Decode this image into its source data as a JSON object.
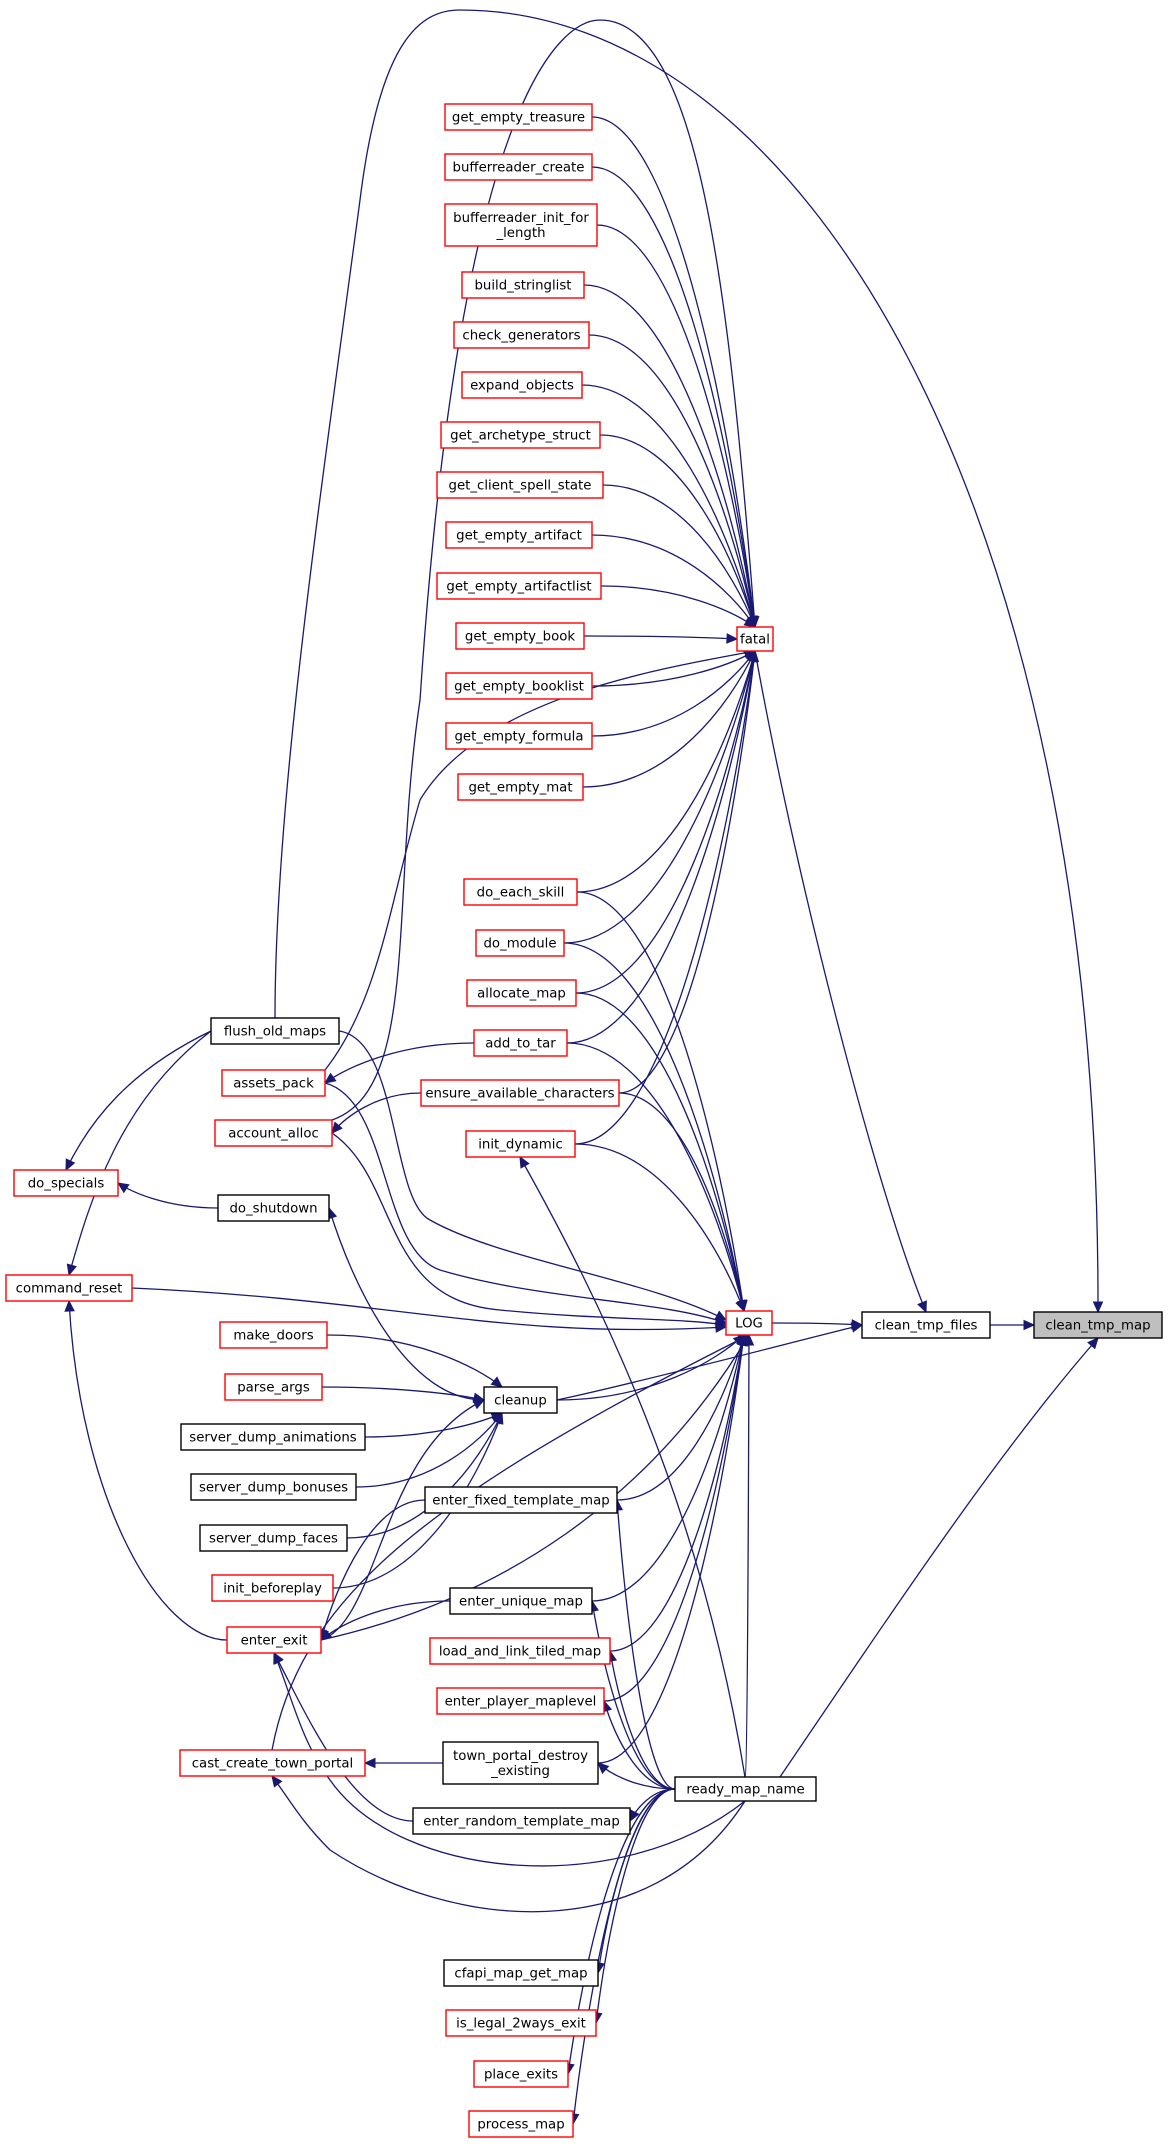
{
  "colors": {
    "edge": "#191970",
    "link_border": "#ff0000",
    "plain_border": "#000000",
    "focus_fill": "#bfbfbf",
    "background": "#ffffff"
  },
  "nodes": [
    {
      "id": "clean_tmp_map",
      "lines": [
        "clean_tmp_map"
      ],
      "style": "focus"
    },
    {
      "id": "clean_tmp_files",
      "lines": [
        "clean_tmp_files"
      ],
      "style": "black"
    },
    {
      "id": "fatal",
      "lines": [
        "fatal"
      ],
      "style": "red"
    },
    {
      "id": "LOG",
      "lines": [
        "LOG"
      ],
      "style": "red"
    },
    {
      "id": "ready_map_name",
      "lines": [
        "ready_map_name"
      ],
      "style": "black"
    },
    {
      "id": "get_empty_treasure",
      "lines": [
        "get_empty_treasure"
      ],
      "style": "red"
    },
    {
      "id": "bufferreader_create",
      "lines": [
        "bufferreader_create"
      ],
      "style": "red"
    },
    {
      "id": "bufferreader_init_for_length",
      "lines": [
        "bufferreader_init_for",
        "_length"
      ],
      "style": "red"
    },
    {
      "id": "build_stringlist",
      "lines": [
        "build_stringlist"
      ],
      "style": "red"
    },
    {
      "id": "check_generators",
      "lines": [
        "check_generators"
      ],
      "style": "red"
    },
    {
      "id": "expand_objects",
      "lines": [
        "expand_objects"
      ],
      "style": "red"
    },
    {
      "id": "get_archetype_struct",
      "lines": [
        "get_archetype_struct"
      ],
      "style": "red"
    },
    {
      "id": "get_client_spell_state",
      "lines": [
        "get_client_spell_state"
      ],
      "style": "red"
    },
    {
      "id": "get_empty_artifact",
      "lines": [
        "get_empty_artifact"
      ],
      "style": "red"
    },
    {
      "id": "get_empty_artifactlist",
      "lines": [
        "get_empty_artifactlist"
      ],
      "style": "red"
    },
    {
      "id": "get_empty_book",
      "lines": [
        "get_empty_book"
      ],
      "style": "red"
    },
    {
      "id": "get_empty_booklist",
      "lines": [
        "get_empty_booklist"
      ],
      "style": "red"
    },
    {
      "id": "get_empty_formula",
      "lines": [
        "get_empty_formula"
      ],
      "style": "red"
    },
    {
      "id": "get_empty_mat",
      "lines": [
        "get_empty_mat"
      ],
      "style": "red"
    },
    {
      "id": "do_each_skill",
      "lines": [
        "do_each_skill"
      ],
      "style": "red"
    },
    {
      "id": "do_module",
      "lines": [
        "do_module"
      ],
      "style": "red"
    },
    {
      "id": "allocate_map",
      "lines": [
        "allocate_map"
      ],
      "style": "red"
    },
    {
      "id": "add_to_tar",
      "lines": [
        "add_to_tar"
      ],
      "style": "red"
    },
    {
      "id": "ensure_available_characters",
      "lines": [
        "ensure_available_characters"
      ],
      "style": "red"
    },
    {
      "id": "init_dynamic",
      "lines": [
        "init_dynamic"
      ],
      "style": "red"
    },
    {
      "id": "flush_old_maps",
      "lines": [
        "flush_old_maps"
      ],
      "style": "black"
    },
    {
      "id": "assets_pack",
      "lines": [
        "assets_pack"
      ],
      "style": "red"
    },
    {
      "id": "account_alloc",
      "lines": [
        "account_alloc"
      ],
      "style": "red"
    },
    {
      "id": "do_specials",
      "lines": [
        "do_specials"
      ],
      "style": "red"
    },
    {
      "id": "do_shutdown",
      "lines": [
        "do_shutdown"
      ],
      "style": "black"
    },
    {
      "id": "command_reset",
      "lines": [
        "command_reset"
      ],
      "style": "red"
    },
    {
      "id": "make_doors",
      "lines": [
        "make_doors"
      ],
      "style": "red"
    },
    {
      "id": "parse_args",
      "lines": [
        "parse_args"
      ],
      "style": "red"
    },
    {
      "id": "cleanup",
      "lines": [
        "cleanup"
      ],
      "style": "black"
    },
    {
      "id": "server_dump_animations",
      "lines": [
        "server_dump_animations"
      ],
      "style": "black"
    },
    {
      "id": "server_dump_bonuses",
      "lines": [
        "server_dump_bonuses"
      ],
      "style": "black"
    },
    {
      "id": "server_dump_faces",
      "lines": [
        "server_dump_faces"
      ],
      "style": "black"
    },
    {
      "id": "init_beforeplay",
      "lines": [
        "init_beforeplay"
      ],
      "style": "red"
    },
    {
      "id": "enter_fixed_template_map",
      "lines": [
        "enter_fixed_template_map"
      ],
      "style": "black"
    },
    {
      "id": "enter_exit",
      "lines": [
        "enter_exit"
      ],
      "style": "red"
    },
    {
      "id": "enter_unique_map",
      "lines": [
        "enter_unique_map"
      ],
      "style": "black"
    },
    {
      "id": "load_and_link_tiled_map",
      "lines": [
        "load_and_link_tiled_map"
      ],
      "style": "red"
    },
    {
      "id": "enter_player_maplevel",
      "lines": [
        "enter_player_maplevel"
      ],
      "style": "red"
    },
    {
      "id": "cast_create_town_portal",
      "lines": [
        "cast_create_town_portal"
      ],
      "style": "red"
    },
    {
      "id": "town_portal_destroy_existing",
      "lines": [
        "town_portal_destroy",
        "_existing"
      ],
      "style": "black"
    },
    {
      "id": "enter_random_template_map",
      "lines": [
        "enter_random_template_map"
      ],
      "style": "black"
    },
    {
      "id": "cfapi_map_get_map",
      "lines": [
        "cfapi_map_get_map"
      ],
      "style": "black"
    },
    {
      "id": "is_legal_2ways_exit",
      "lines": [
        "is_legal_2ways_exit"
      ],
      "style": "red"
    },
    {
      "id": "place_exits",
      "lines": [
        "place_exits"
      ],
      "style": "red"
    },
    {
      "id": "process_map",
      "lines": [
        "process_map"
      ],
      "style": "red"
    }
  ],
  "edges": [
    [
      "clean_tmp_files",
      "clean_tmp_map"
    ],
    [
      "ready_map_name",
      "clean_tmp_map"
    ],
    [
      "flush_old_maps",
      "clean_tmp_map"
    ],
    [
      "fatal",
      "clean_tmp_files"
    ],
    [
      "LOG",
      "clean_tmp_files"
    ],
    [
      "cleanup",
      "clean_tmp_files"
    ],
    [
      "get_empty_treasure",
      "fatal"
    ],
    [
      "bufferreader_create",
      "fatal"
    ],
    [
      "bufferreader_init_for_length",
      "fatal"
    ],
    [
      "build_stringlist",
      "fatal"
    ],
    [
      "check_generators",
      "fatal"
    ],
    [
      "expand_objects",
      "fatal"
    ],
    [
      "get_archetype_struct",
      "fatal"
    ],
    [
      "get_client_spell_state",
      "fatal"
    ],
    [
      "get_empty_artifact",
      "fatal"
    ],
    [
      "get_empty_artifactlist",
      "fatal"
    ],
    [
      "get_empty_book",
      "fatal"
    ],
    [
      "get_empty_booklist",
      "fatal"
    ],
    [
      "get_empty_formula",
      "fatal"
    ],
    [
      "get_empty_mat",
      "fatal"
    ],
    [
      "do_each_skill",
      "fatal"
    ],
    [
      "do_module",
      "fatal"
    ],
    [
      "allocate_map",
      "fatal"
    ],
    [
      "add_to_tar",
      "fatal"
    ],
    [
      "ensure_available_characters",
      "fatal"
    ],
    [
      "init_dynamic",
      "fatal"
    ],
    [
      "assets_pack",
      "fatal"
    ],
    [
      "account_alloc",
      "fatal"
    ],
    [
      "do_each_skill",
      "LOG"
    ],
    [
      "do_module",
      "LOG"
    ],
    [
      "allocate_map",
      "LOG"
    ],
    [
      "add_to_tar",
      "LOG"
    ],
    [
      "ensure_available_characters",
      "LOG"
    ],
    [
      "init_dynamic",
      "LOG"
    ],
    [
      "flush_old_maps",
      "LOG"
    ],
    [
      "assets_pack",
      "LOG"
    ],
    [
      "account_alloc",
      "LOG"
    ],
    [
      "command_reset",
      "LOG"
    ],
    [
      "cleanup",
      "LOG"
    ],
    [
      "enter_fixed_template_map",
      "LOG"
    ],
    [
      "enter_unique_map",
      "LOG"
    ],
    [
      "load_and_link_tiled_map",
      "LOG"
    ],
    [
      "enter_player_maplevel",
      "LOG"
    ],
    [
      "town_portal_destroy_existing",
      "LOG"
    ],
    [
      "enter_exit",
      "LOG"
    ],
    [
      "cast_create_town_portal",
      "LOG"
    ],
    [
      "ready_map_name",
      "LOG"
    ],
    [
      "add_to_tar",
      "assets_pack"
    ],
    [
      "ensure_available_characters",
      "account_alloc"
    ],
    [
      "flush_old_maps",
      "do_specials"
    ],
    [
      "flush_old_maps",
      "command_reset"
    ],
    [
      "do_shutdown",
      "do_specials"
    ],
    [
      "cleanup",
      "do_shutdown"
    ],
    [
      "make_doors",
      "cleanup"
    ],
    [
      "parse_args",
      "cleanup"
    ],
    [
      "server_dump_animations",
      "cleanup"
    ],
    [
      "server_dump_bonuses",
      "cleanup"
    ],
    [
      "server_dump_faces",
      "cleanup"
    ],
    [
      "init_beforeplay",
      "cleanup"
    ],
    [
      "enter_exit",
      "cleanup"
    ],
    [
      "enter_exit",
      "command_reset"
    ],
    [
      "enter_fixed_template_map",
      "enter_exit"
    ],
    [
      "enter_unique_map",
      "enter_exit"
    ],
    [
      "ready_map_name",
      "init_dynamic"
    ],
    [
      "ready_map_name",
      "enter_fixed_template_map"
    ],
    [
      "ready_map_name",
      "enter_unique_map"
    ],
    [
      "ready_map_name",
      "load_and_link_tiled_map"
    ],
    [
      "ready_map_name",
      "enter_player_maplevel"
    ],
    [
      "ready_map_name",
      "town_portal_destroy_existing"
    ],
    [
      "ready_map_name",
      "enter_random_template_map"
    ],
    [
      "ready_map_name",
      "enter_exit"
    ],
    [
      "ready_map_name",
      "cast_create_town_portal"
    ],
    [
      "ready_map_name",
      "cfapi_map_get_map"
    ],
    [
      "ready_map_name",
      "is_legal_2ways_exit"
    ],
    [
      "ready_map_name",
      "place_exits"
    ],
    [
      "ready_map_name",
      "process_map"
    ],
    [
      "town_portal_destroy_existing",
      "cast_create_town_portal"
    ],
    [
      "enter_random_template_map",
      "enter_exit"
    ]
  ]
}
